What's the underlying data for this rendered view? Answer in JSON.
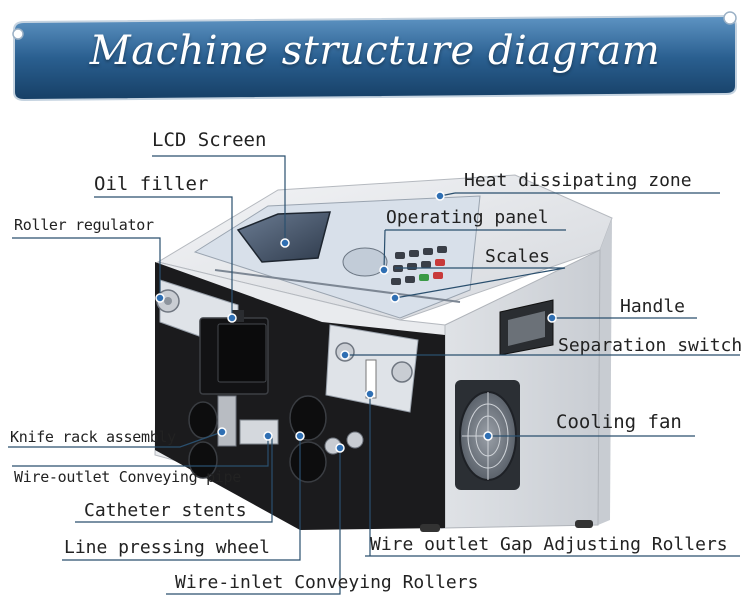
{
  "title": "Machine structure diagram",
  "colors": {
    "banner_dark": "#1c4d78",
    "banner_light": "#4f87b8",
    "leader_line": "#2a4f6e",
    "marker_dot": "#2f6fb3",
    "machine_body": "#e4e6ea",
    "front_panel": "#1b1b1d"
  },
  "labels": {
    "lcd_screen": "LCD Screen",
    "oil_filler": "Oil filler",
    "heat_dissipating_zone": "Heat dissipating zone",
    "roller_regulator": "Roller regulator",
    "operating_panel": "Operating panel",
    "scales": "Scales",
    "handle": "Handle",
    "separation_switch": "Separation switch",
    "cooling_fan": "Cooling fan",
    "knife_rack_assembly": "Knife rack assembly",
    "wire_outlet_conveying_pipe": "Wire-outlet Conveying pipe",
    "catheter_stents": "Catheter stents",
    "line_pressing_wheel": "Line pressing wheel",
    "wire_outlet_gap_adjusting_rollers": "Wire outlet Gap Adjusting Rollers",
    "wire_inlet_conveying_rollers": "Wire-inlet Conveying Rollers"
  }
}
